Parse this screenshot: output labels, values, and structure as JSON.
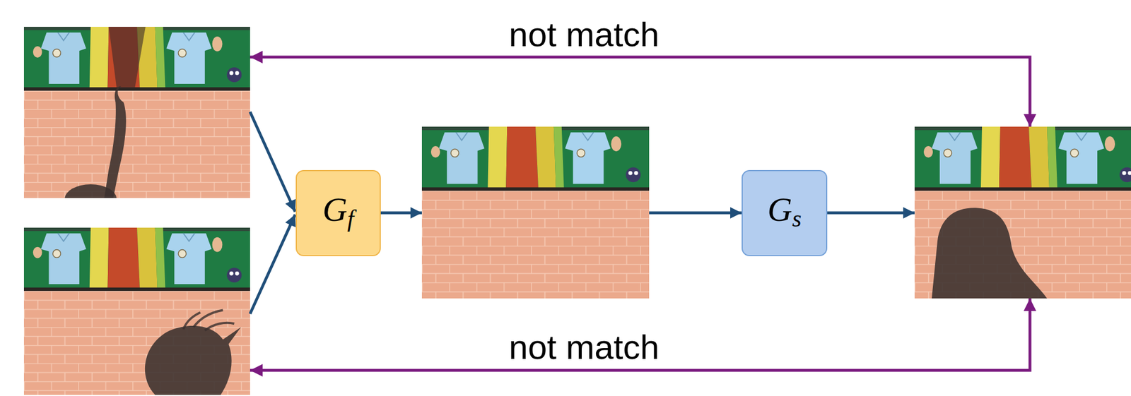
{
  "diagram": {
    "nodes": [
      {
        "text": [
          "Gf"
        ]
      },
      {
        "text": [
          "Gs"
        ]
      }
    ],
    "labels": [
      "not match",
      "not match"
    ]
  }
}
